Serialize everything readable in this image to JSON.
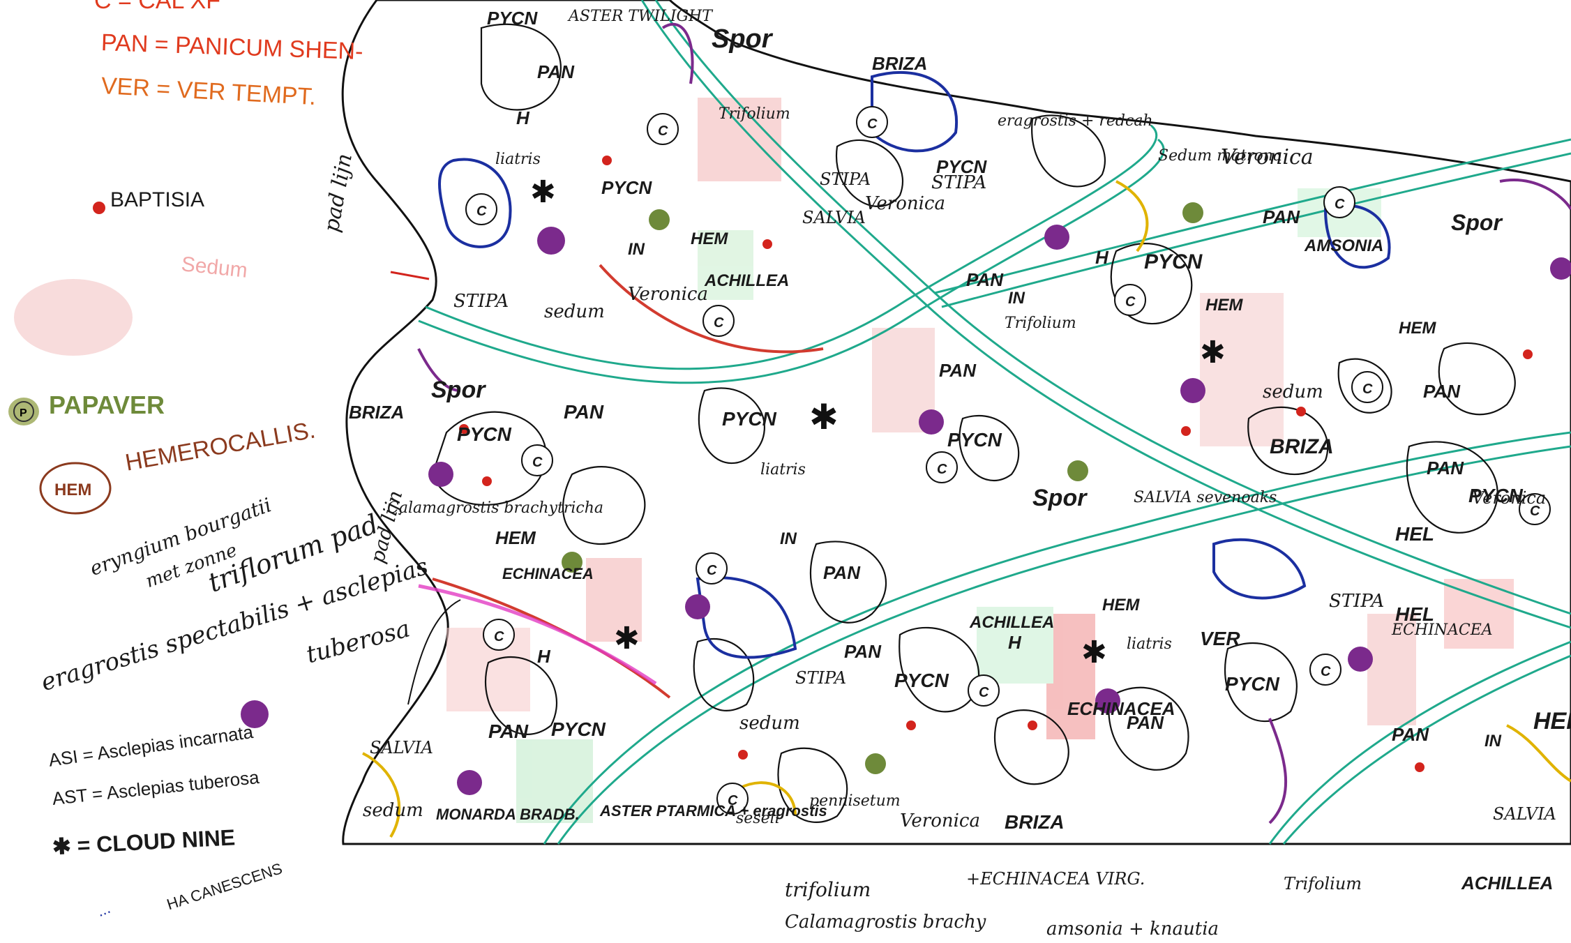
{
  "legend": {
    "top_line": "C = CAL XF",
    "pan": "PAN = PANICUM SHEN-",
    "ver": "VER = VER TEMPT.",
    "baptisia": "BAPTISIA",
    "sedum": "Sedum",
    "papaver_code": "P",
    "papaver": "PAPAVER",
    "hem_code": "HEM",
    "hemerocallis": "HEMEROCALLIS.",
    "eryngium_note_1": "eryngium bourgatii",
    "eryngium_note_2": "met zonne",
    "triflorum_note": "triflorum pad",
    "pad_lijn_right": "pad lijn",
    "pad_lijn_left": "pad lijn",
    "eragrostis_note": "eragrostis spectabilis + asclepias",
    "tuberosa_note": "tuberosa",
    "asi": "ASI = Asclepias incarnata",
    "ast": "AST = Asclepias tuberosa",
    "cloud_nine": "✱ = CLOUD NINE",
    "bottom_left_1": "...",
    "bottom_left_2": "HA CANESCENS"
  },
  "plan_labels": {
    "spor": "Spor",
    "pan": "PAN",
    "pycn": "PYCN",
    "c": "C",
    "h": "H",
    "in": "IN",
    "hem": "HEM",
    "hel": "HEL",
    "ver": "VER",
    "briza": "BRIZA",
    "stipa": "STIPA",
    "sedum": "sedum",
    "salvia": "SALVIA",
    "veronica": "Veronica",
    "achillea": "ACHILLEA",
    "aster_twilight": "ASTER TWILIGHT",
    "trifolium": "Trifolium",
    "liatris": "liatris",
    "echinacea": "ECHINACEA",
    "eragrostis_redcah": "eragrostis + redcah",
    "amsonia": "AMSONIA",
    "pennisetum": "pennisetum",
    "aster_ptarmica": "ASTER PTARMICA + eragrostis",
    "seseli": "seseli",
    "monarda": "MONARDA BRADB.",
    "calamagrostis": "Calamagrostis brachytricha",
    "salvia_sevenoaks": "SALVIA sevenoaks",
    "sedum_matrona": "Sedum matrona",
    "echinacea_virg": "+ECHINACEA VIRG.",
    "trifolium_bottom": "Trifolium",
    "achillea_bottom": "ACHILLEA",
    "faint_1": "trifolium",
    "faint_2": "Calamagrostis brachy",
    "faint_3": "amsonia + knautia"
  }
}
